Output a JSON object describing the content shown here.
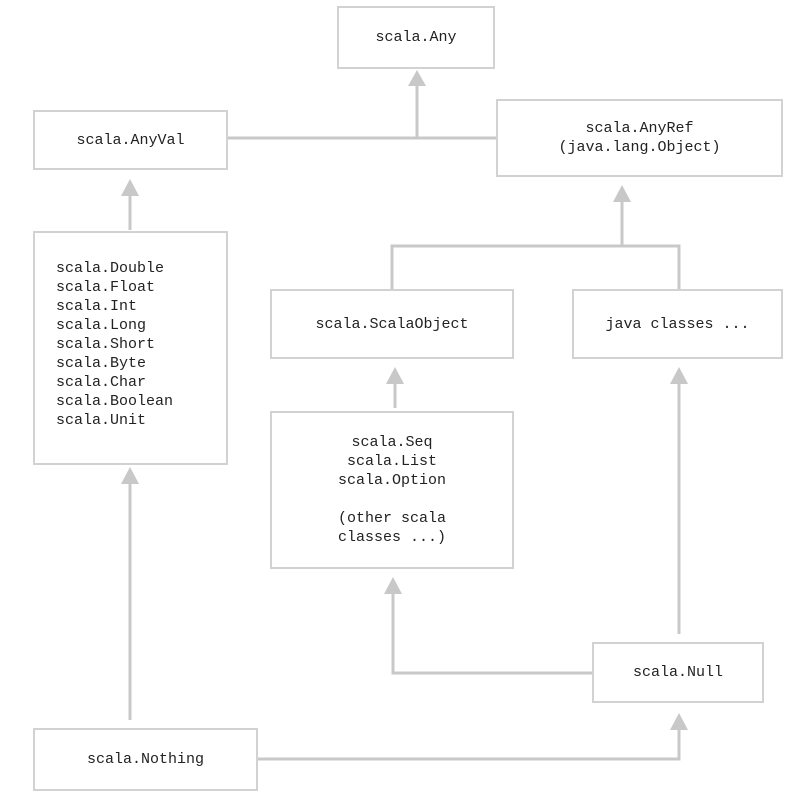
{
  "nodes": {
    "any": {
      "lines": [
        "scala.Any"
      ]
    },
    "anyval": {
      "lines": [
        "scala.AnyVal"
      ]
    },
    "anyref": {
      "lines": [
        "scala.AnyRef",
        "(java.lang.Object)"
      ]
    },
    "valtypes": {
      "lines": [
        "scala.Double",
        "scala.Float",
        "scala.Int",
        "scala.Long",
        "scala.Short",
        "scala.Byte",
        "scala.Char",
        "scala.Boolean",
        "scala.Unit"
      ]
    },
    "scalaobject": {
      "lines": [
        "scala.ScalaObject"
      ]
    },
    "javaclasses": {
      "lines": [
        "java classes ..."
      ]
    },
    "scalaclasses": {
      "lines": [
        "scala.Seq",
        "scala.List",
        "scala.Option",
        "",
        "(other scala",
        "classes ...)"
      ]
    },
    "null": {
      "lines": [
        "scala.Null"
      ]
    },
    "nothing": {
      "lines": [
        "scala.Nothing"
      ]
    }
  },
  "colors": {
    "box_border": "#d2d2d2",
    "connector": "#c8c8c8",
    "text": "#222222"
  }
}
